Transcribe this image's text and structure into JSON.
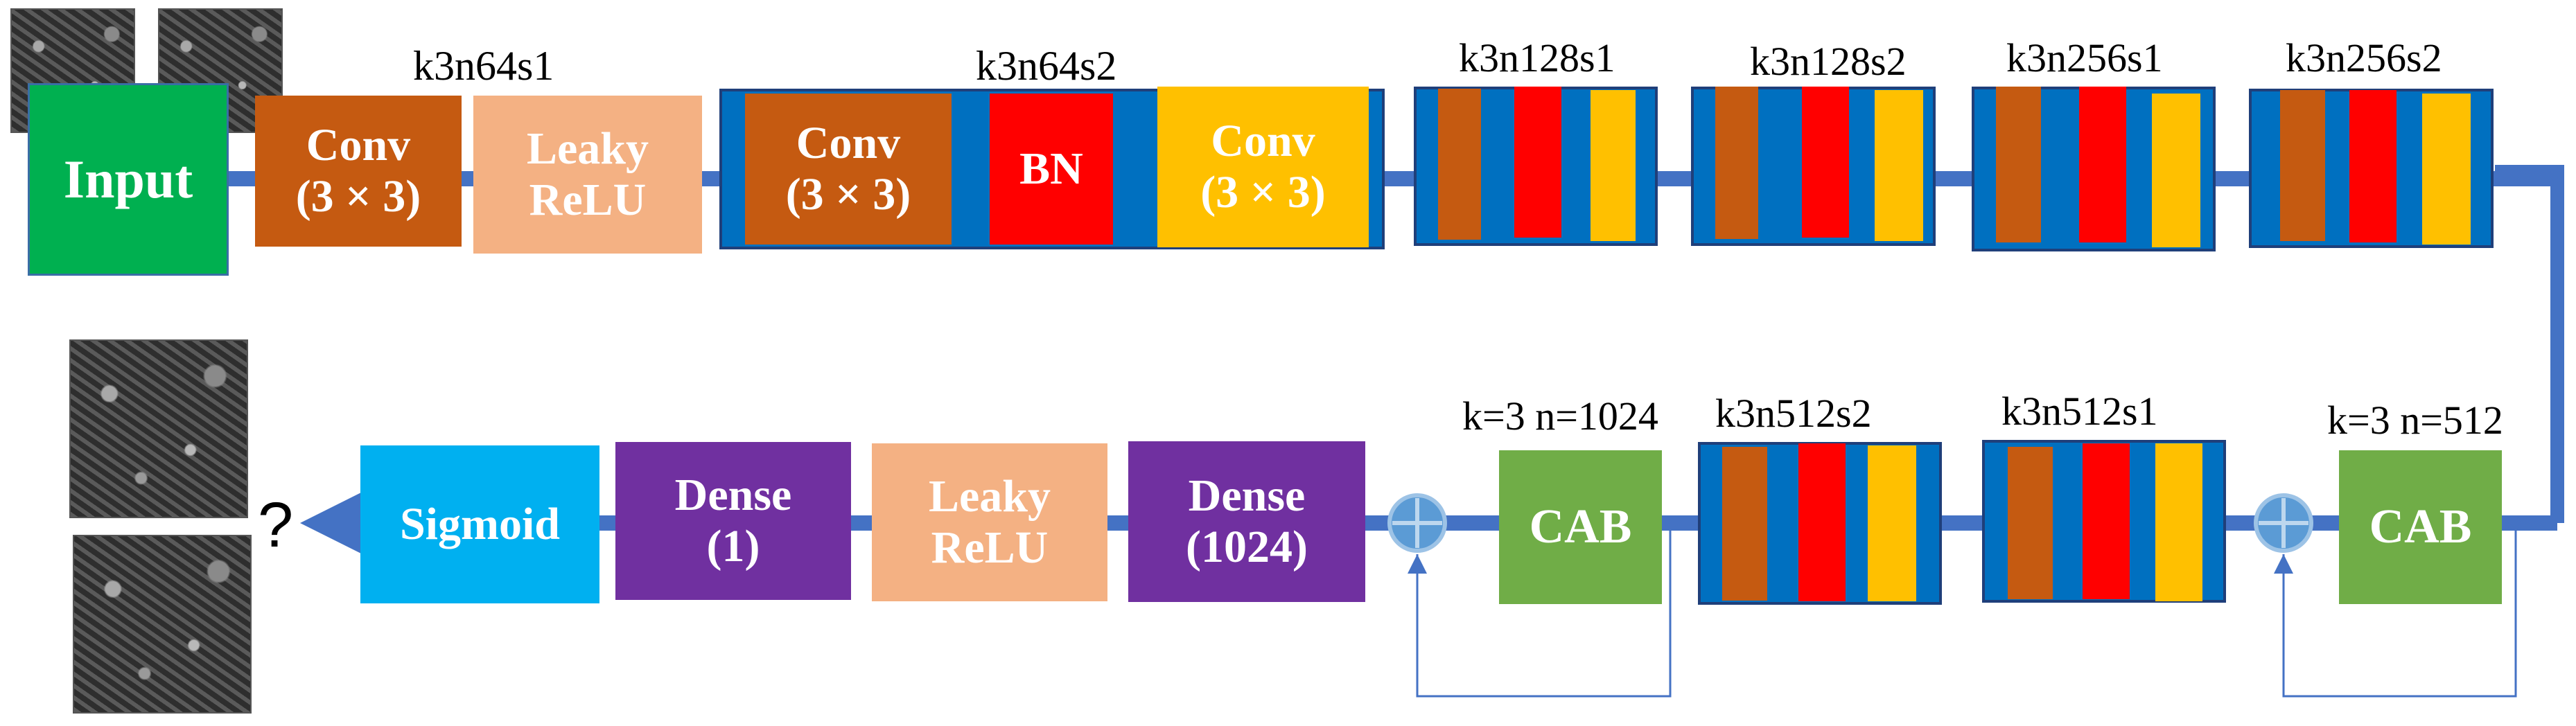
{
  "input_block": {
    "label": "Input"
  },
  "output_symbol": "?",
  "stage1": {
    "conv1": {
      "label": "k3n64s1",
      "conv_text": "Conv\n(3 × 3)",
      "leaky_text": "Leaky\nReLU"
    },
    "block_k3n64s2": {
      "label": "k3n64s2",
      "conv_a": "Conv\n(3 × 3)",
      "bn": "BN",
      "conv_b": "Conv\n(3 × 3)"
    },
    "mini_blocks": [
      "k3n128s1",
      "k3n128s2",
      "k3n256s1",
      "k3n256s2"
    ]
  },
  "stage2": {
    "cab_right": {
      "label": "k=3 n=512",
      "text": "CAB"
    },
    "mini_blocks": [
      "k3n512s1",
      "k3n512s2"
    ],
    "cab_left": {
      "label": "k=3 n=1024",
      "text": "CAB"
    },
    "dense_1024": "Dense\n(1024)",
    "leaky": "Leaky\nReLU",
    "dense_1": "Dense\n(1)",
    "sigmoid": "Sigmoid"
  },
  "colors": {
    "input": "#00b050",
    "conv": "#c55a11",
    "leaky": "#f4b183",
    "bn": "#ff0000",
    "conv_yellow": "#ffc000",
    "frame_blue": "#0070c0",
    "cab": "#70ad47",
    "dense": "#7030a0",
    "sigmoid": "#00b0f0",
    "arrow": "#4472c4"
  }
}
